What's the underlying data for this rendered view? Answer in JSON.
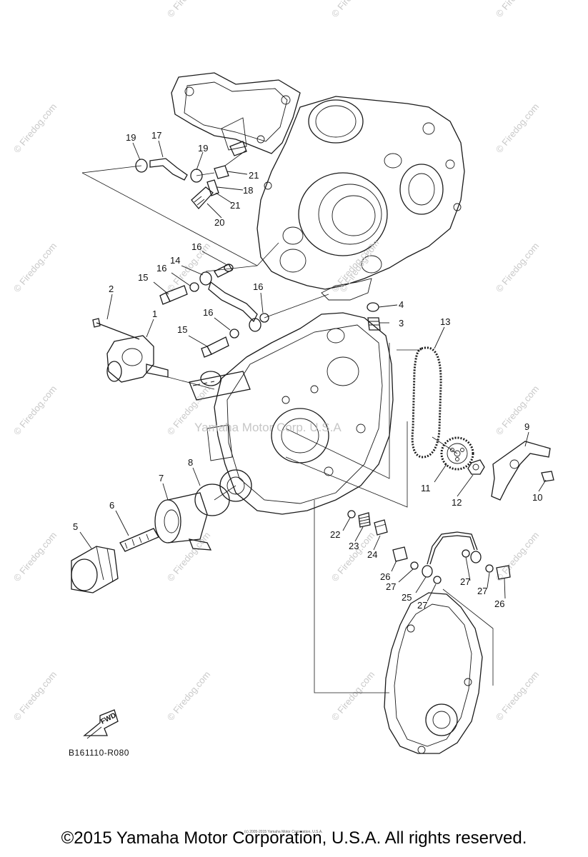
{
  "watermark": "© Firedog.com",
  "diagram_code": "B161110-R080",
  "fwd_label": "FWD",
  "overlay_text": "Yamaha Motor Corp. U.S.A",
  "fine_print": "(c) 2005-2015 Yamaha Motor Corporation, U.S.A.",
  "copyright": "©2015 Yamaha Motor Corporation, U.S.A. All rights reserved.",
  "callouts": {
    "c1": "1",
    "c2": "2",
    "c3": "3",
    "c4": "4",
    "c5": "5",
    "c6": "6",
    "c7": "7",
    "c8": "8",
    "c9": "9",
    "c10": "10",
    "c11": "11",
    "c12": "12",
    "c13": "13",
    "c14": "14",
    "c15a": "15",
    "c15b": "15",
    "c16a": "16",
    "c16b": "16",
    "c16c": "16",
    "c16d": "16",
    "c17": "17",
    "c18": "18",
    "c19a": "19",
    "c19b": "19",
    "c20": "20",
    "c21a": "21",
    "c21b": "21",
    "c22": "22",
    "c23": "23",
    "c24": "24",
    "c25": "25",
    "c26a": "26",
    "c26b": "26",
    "c27a": "27",
    "c27b": "27",
    "c27c": "27",
    "c27d": "27"
  }
}
